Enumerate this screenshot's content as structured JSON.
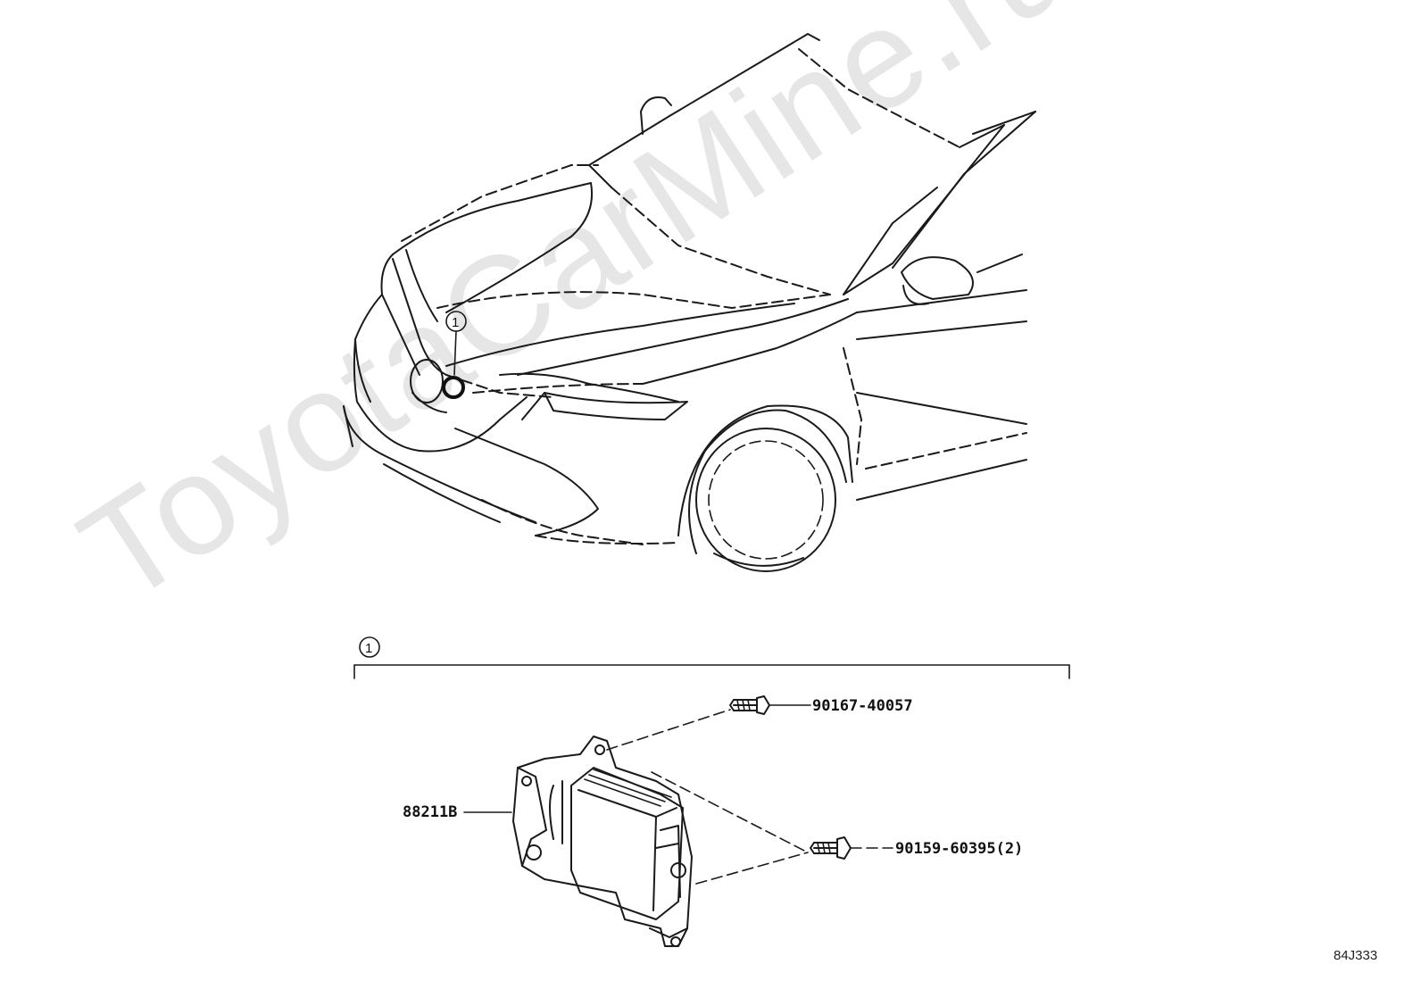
{
  "watermark": "ToyotaCarMine.ru",
  "callouts": {
    "car_marker": "1",
    "assembly_marker": "1"
  },
  "parts": {
    "main_unit": "88211B",
    "bolt_upper": "90167-40057",
    "bolt_lower": "90159-60395(2)"
  },
  "figure_code": "84J333"
}
